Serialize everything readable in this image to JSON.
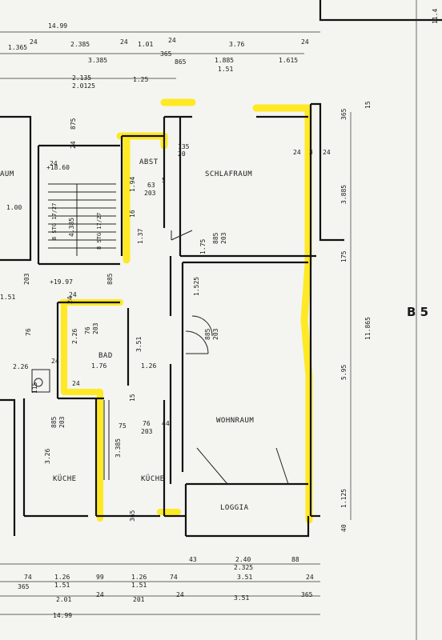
{
  "colors": {
    "highlight": "#ffe600",
    "line": "#111111",
    "paper": "#f4f4f0"
  },
  "labels": {
    "abst": "ABST",
    "schlafraum": "SCHLAFRAUM",
    "wohnraum": "WOHNRAUM",
    "loggia": "LOGGIA",
    "bad": "BAD",
    "kueche_left": "KÜCHE",
    "kueche_mid": "KÜCHE",
    "raum_left": "AUM",
    "block": "B 5"
  },
  "levels": {
    "upper": "+18.60",
    "lower": "+19.97"
  },
  "stairs": {
    "left": "8 STG 17/27",
    "right": "8 STG 17/27"
  },
  "dims": {
    "top_total": "14.99",
    "top_row": [
      "1.365",
      "24",
      "2.385",
      "24",
      "1.01",
      "24",
      "3.76",
      "24"
    ],
    "top_row2": [
      "3.385",
      "365",
      "865",
      "1.885",
      "1.615"
    ],
    "top_row2_sub": "1.51",
    "top_row3": [
      "2.135",
      "2.0125",
      "1.25"
    ],
    "left_right_side": [
      "875",
      "24",
      "24",
      "3",
      "24",
      "365",
      "15"
    ],
    "schlaf": [
      "135",
      "20",
      "63",
      "203",
      "1.94",
      "5",
      "16",
      "1.37",
      "885",
      "203",
      "1.75",
      "3.885"
    ],
    "middle": [
      "175",
      "1.525",
      "885",
      "203",
      "11.865",
      "5.95"
    ],
    "bad": [
      "24",
      "2.26",
      "76",
      "203",
      "3.51",
      "1.76",
      "1.26",
      "2.26",
      "24",
      "24"
    ],
    "kueche": [
      "885",
      "203",
      "3.26",
      "3.385",
      "75",
      "76",
      "203",
      "44",
      "15"
    ],
    "loggia": [
      "365",
      "1.125",
      "40"
    ],
    "bottom_row1": [
      "43",
      "2.40",
      "2.325",
      "88"
    ],
    "bottom_row2": [
      "74",
      "1.26",
      "99",
      "1.26",
      "74",
      "3.51",
      "24"
    ],
    "bottom_row3": [
      "365",
      "1.51",
      "1.51"
    ],
    "bottom_row4": [
      "2.01",
      "24",
      "201",
      "24",
      "3.51",
      "365"
    ],
    "bottom_total": "14.99",
    "misc": [
      "24",
      "1.00",
      "4.385",
      "1.51",
      "203",
      "885",
      "76",
      "24",
      "115",
      "11.4"
    ]
  }
}
